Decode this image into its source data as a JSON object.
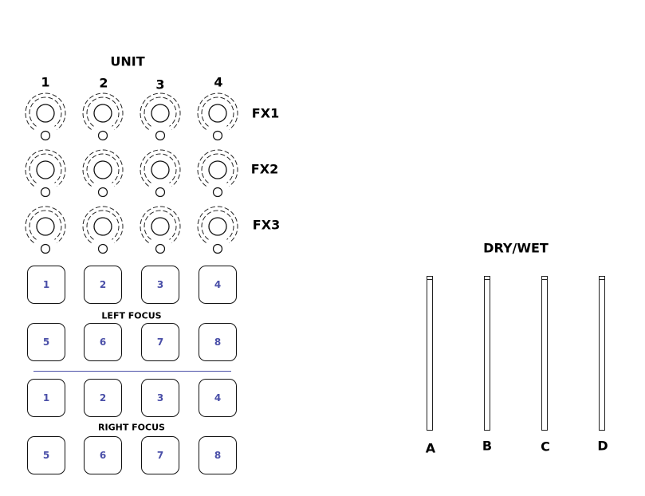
{
  "unit_title": "UNIT",
  "units": [
    "1",
    "2",
    "3",
    "4"
  ],
  "fx_rows": [
    "FX1",
    "FX2",
    "FX3"
  ],
  "left_focus": {
    "label": "LEFT FOCUS",
    "pads": [
      "1",
      "2",
      "3",
      "4",
      "5",
      "6",
      "7",
      "8"
    ]
  },
  "right_focus": {
    "label": "RIGHT FOCUS",
    "pads": [
      "1",
      "2",
      "3",
      "4",
      "5",
      "6",
      "7",
      "8"
    ]
  },
  "dry_wet": {
    "title": "DRY/WET",
    "faders": [
      "A",
      "B",
      "C",
      "D"
    ]
  },
  "colors": {
    "pad_text": "#4a4fa8",
    "divider": "#4a4fa8"
  }
}
